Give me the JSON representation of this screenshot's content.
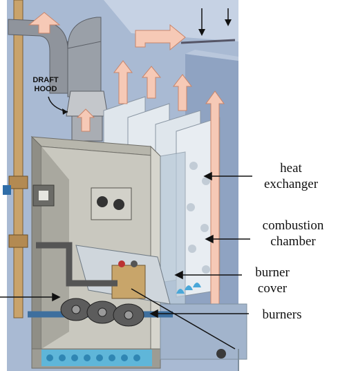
{
  "diagram": {
    "labels": {
      "draft_hood": [
        "DRAFT",
        "HOOD"
      ],
      "heat_exchanger": [
        "heat",
        "exchanger"
      ],
      "combustion_chamber": [
        "combustion",
        "chamber"
      ],
      "burner_cover": [
        "burner",
        "cover"
      ],
      "burners": "burners"
    },
    "colors": {
      "duct_blue": "#9fb2cd",
      "cabinet_gray": "#b7b6ac",
      "cabinet_dark": "#8f8e86",
      "airflow_arrow": "#f6c9b6",
      "exchanger_plate": "#dfe6ec",
      "gas_pipe": "#c9a36b",
      "flame_blue": "#4aa7d8"
    }
  }
}
